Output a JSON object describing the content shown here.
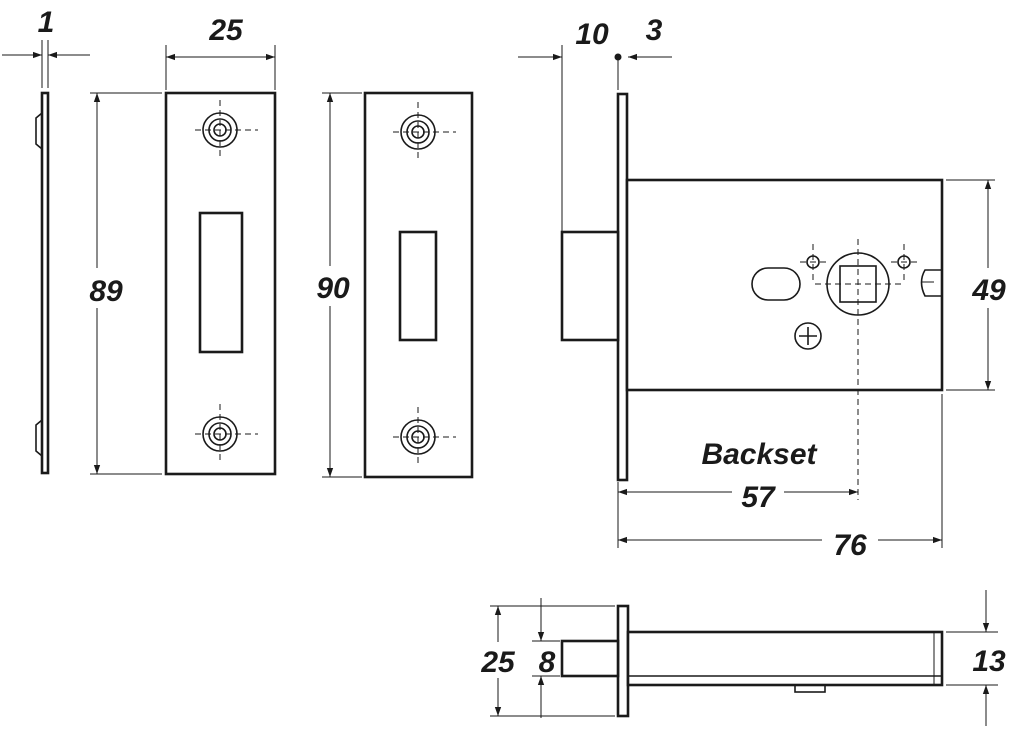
{
  "diagram": {
    "colors": {
      "line": "#1a1a1a",
      "background": "#ffffff"
    },
    "dimensions": {
      "plate_thickness": "1",
      "plate_width": "25",
      "plate_height_left": "89",
      "plate_height_right": "90",
      "bolt_projection": "10",
      "faceplate_thickness": "3",
      "case_height": "49",
      "backset": "57",
      "overall_depth": "76",
      "faceplate_width": "25",
      "bolt_width": "8",
      "case_thickness": "13"
    },
    "labels": {
      "backset_label": "Backset"
    }
  }
}
